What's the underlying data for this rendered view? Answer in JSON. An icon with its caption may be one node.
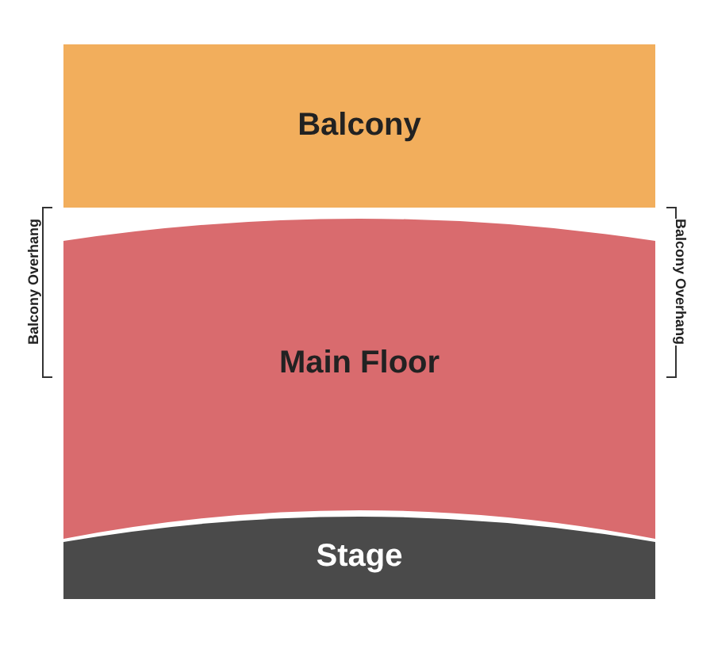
{
  "diagram": {
    "nodes": [
      {
        "text": [
          "Balcony"
        ]
      },
      {
        "text": [
          "Main Floor"
        ]
      },
      {
        "text": [
          "Stage"
        ]
      }
    ],
    "labels": [
      "Balcony Overhang",
      "Balcony Overhang"
    ]
  }
}
